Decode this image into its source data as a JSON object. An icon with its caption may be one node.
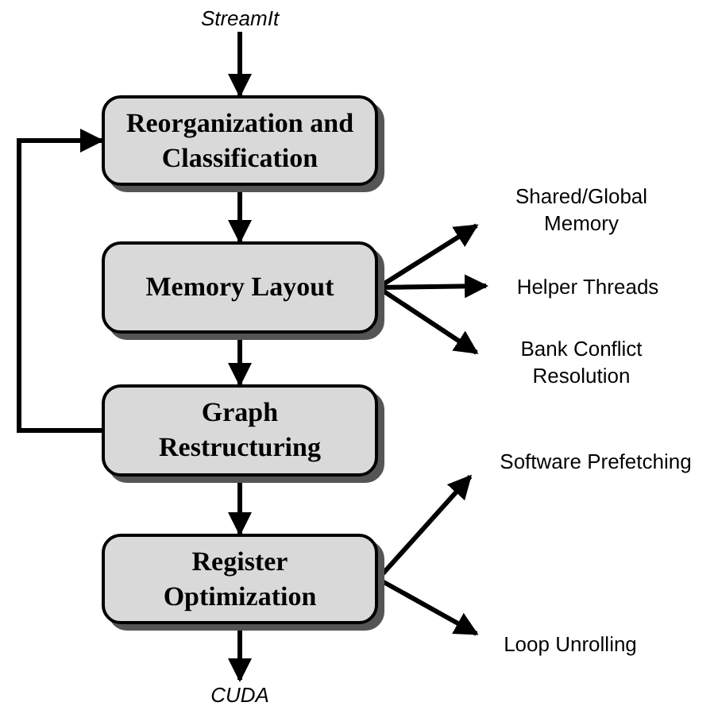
{
  "diagram": {
    "nodes": [
      {
        "text": [
          "StreamIt"
        ]
      },
      {
        "text": [
          "Reorganization and Classification"
        ]
      },
      {
        "text": [
          "Memory Layout"
        ]
      },
      {
        "text": [
          "Shared/Global Memory"
        ]
      },
      {
        "text": [
          "Helper Threads"
        ]
      },
      {
        "text": [
          "Bank Conflict Resolution"
        ]
      },
      {
        "text": [
          "Graph Restructuring"
        ]
      },
      {
        "text": [
          "Register Optimization"
        ]
      },
      {
        "text": [
          "Software Prefetching"
        ]
      },
      {
        "text": [
          "Loop Unrolling"
        ]
      },
      {
        "text": [
          "CUDA"
        ]
      }
    ],
    "edges": [
      {
        "from": 0,
        "to": 1,
        "arrow": "to"
      },
      {
        "from": 1,
        "to": 2,
        "arrow": "to"
      },
      {
        "from": 2,
        "to": 3,
        "arrow": "to"
      },
      {
        "from": 2,
        "to": 4,
        "arrow": "to"
      },
      {
        "from": 2,
        "to": 5,
        "arrow": "to"
      },
      {
        "from": 2,
        "to": 6,
        "arrow": "to"
      },
      {
        "from": 6,
        "to": 1,
        "arrow": "to"
      },
      {
        "from": 6,
        "to": 7,
        "arrow": "to"
      },
      {
        "from": 7,
        "to": 8,
        "arrow": "to"
      },
      {
        "from": 7,
        "to": 9,
        "arrow": "to"
      },
      {
        "from": 7,
        "to": 10,
        "arrow": "to"
      }
    ]
  }
}
